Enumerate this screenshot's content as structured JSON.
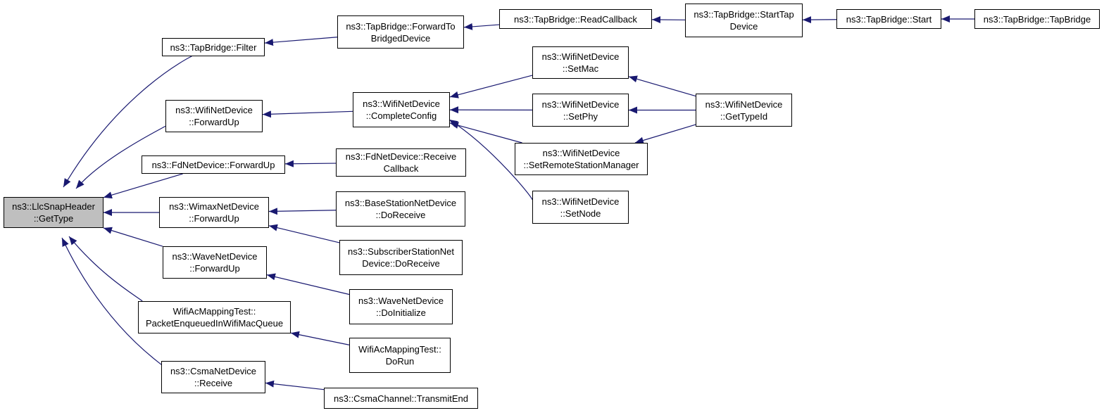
{
  "colors": {
    "edge": "#191970",
    "focus_fill": "#bfbfbf",
    "node_border": "#000000"
  },
  "nodes": [
    {
      "id": "llcsnap",
      "lines": [
        "ns3::LlcSnapHeader",
        "::GetType"
      ],
      "focus": true
    },
    {
      "id": "tb_filter",
      "lines": [
        "ns3::TapBridge::Filter"
      ]
    },
    {
      "id": "wifi_fwd",
      "lines": [
        "ns3::WifiNetDevice",
        "::ForwardUp"
      ]
    },
    {
      "id": "fd_fwd",
      "lines": [
        "ns3::FdNetDevice::ForwardUp"
      ]
    },
    {
      "id": "wimax_fwd",
      "lines": [
        "ns3::WimaxNetDevice",
        "::ForwardUp"
      ]
    },
    {
      "id": "wave_fwd",
      "lines": [
        "ns3::WaveNetDevice",
        "::ForwardUp"
      ]
    },
    {
      "id": "wifiac_pkt",
      "lines": [
        "WifiAcMappingTest::",
        "PacketEnqueuedInWifiMacQueue"
      ]
    },
    {
      "id": "csma_recv",
      "lines": [
        "ns3::CsmaNetDevice",
        "::Receive"
      ]
    },
    {
      "id": "tb_fwd_bridged",
      "lines": [
        "ns3::TapBridge::ForwardTo",
        "BridgedDevice"
      ]
    },
    {
      "id": "wifi_complete",
      "lines": [
        "ns3::WifiNetDevice",
        "::CompleteConfig"
      ]
    },
    {
      "id": "fd_recvcb",
      "lines": [
        "ns3::FdNetDevice::Receive",
        "Callback"
      ]
    },
    {
      "id": "bs_dorecv",
      "lines": [
        "ns3::BaseStationNetDevice",
        "::DoReceive"
      ]
    },
    {
      "id": "ss_dorecv",
      "lines": [
        "ns3::SubscriberStationNet",
        "Device::DoReceive"
      ]
    },
    {
      "id": "wave_doinit",
      "lines": [
        "ns3::WaveNetDevice",
        "::DoInitialize"
      ]
    },
    {
      "id": "wifiac_dorun",
      "lines": [
        "WifiAcMappingTest::",
        "DoRun"
      ]
    },
    {
      "id": "csma_transmit",
      "lines": [
        "ns3::CsmaChannel::TransmitEnd"
      ]
    },
    {
      "id": "tb_readcb",
      "lines": [
        "ns3::TapBridge::ReadCallback"
      ]
    },
    {
      "id": "wifi_setmac",
      "lines": [
        "ns3::WifiNetDevice",
        "::SetMac"
      ]
    },
    {
      "id": "wifi_setphy",
      "lines": [
        "ns3::WifiNetDevice",
        "::SetPhy"
      ]
    },
    {
      "id": "wifi_setrsm",
      "lines": [
        "ns3::WifiNetDevice",
        "::SetRemoteStationManager"
      ]
    },
    {
      "id": "wifi_setnode",
      "lines": [
        "ns3::WifiNetDevice",
        "::SetNode"
      ]
    },
    {
      "id": "tb_starttap",
      "lines": [
        "ns3::TapBridge::StartTap",
        "Device"
      ]
    },
    {
      "id": "wifi_typeid",
      "lines": [
        "ns3::WifiNetDevice",
        "::GetTypeId"
      ]
    },
    {
      "id": "tb_start",
      "lines": [
        "ns3::TapBridge::Start"
      ]
    },
    {
      "id": "tb_ctor",
      "lines": [
        "ns3::TapBridge::TapBridge"
      ]
    }
  ],
  "edges": [
    {
      "from": "tb_filter",
      "to": "llcsnap"
    },
    {
      "from": "wifi_fwd",
      "to": "llcsnap"
    },
    {
      "from": "fd_fwd",
      "to": "llcsnap"
    },
    {
      "from": "wimax_fwd",
      "to": "llcsnap"
    },
    {
      "from": "wave_fwd",
      "to": "llcsnap"
    },
    {
      "from": "wifiac_pkt",
      "to": "llcsnap"
    },
    {
      "from": "csma_recv",
      "to": "llcsnap"
    },
    {
      "from": "tb_fwd_bridged",
      "to": "tb_filter"
    },
    {
      "from": "wifi_complete",
      "to": "wifi_fwd"
    },
    {
      "from": "fd_recvcb",
      "to": "fd_fwd"
    },
    {
      "from": "bs_dorecv",
      "to": "wimax_fwd"
    },
    {
      "from": "ss_dorecv",
      "to": "wimax_fwd"
    },
    {
      "from": "wave_doinit",
      "to": "wave_fwd"
    },
    {
      "from": "wifiac_dorun",
      "to": "wifiac_pkt"
    },
    {
      "from": "csma_transmit",
      "to": "csma_recv"
    },
    {
      "from": "tb_readcb",
      "to": "tb_fwd_bridged"
    },
    {
      "from": "wifi_setmac",
      "to": "wifi_complete"
    },
    {
      "from": "wifi_setphy",
      "to": "wifi_complete"
    },
    {
      "from": "wifi_setrsm",
      "to": "wifi_complete"
    },
    {
      "from": "wifi_setnode",
      "to": "wifi_complete"
    },
    {
      "from": "tb_starttap",
      "to": "tb_readcb"
    },
    {
      "from": "wifi_typeid",
      "to": "wifi_setmac"
    },
    {
      "from": "wifi_typeid",
      "to": "wifi_setphy"
    },
    {
      "from": "wifi_typeid",
      "to": "wifi_setrsm"
    },
    {
      "from": "tb_start",
      "to": "tb_starttap"
    },
    {
      "from": "tb_ctor",
      "to": "tb_start"
    }
  ]
}
